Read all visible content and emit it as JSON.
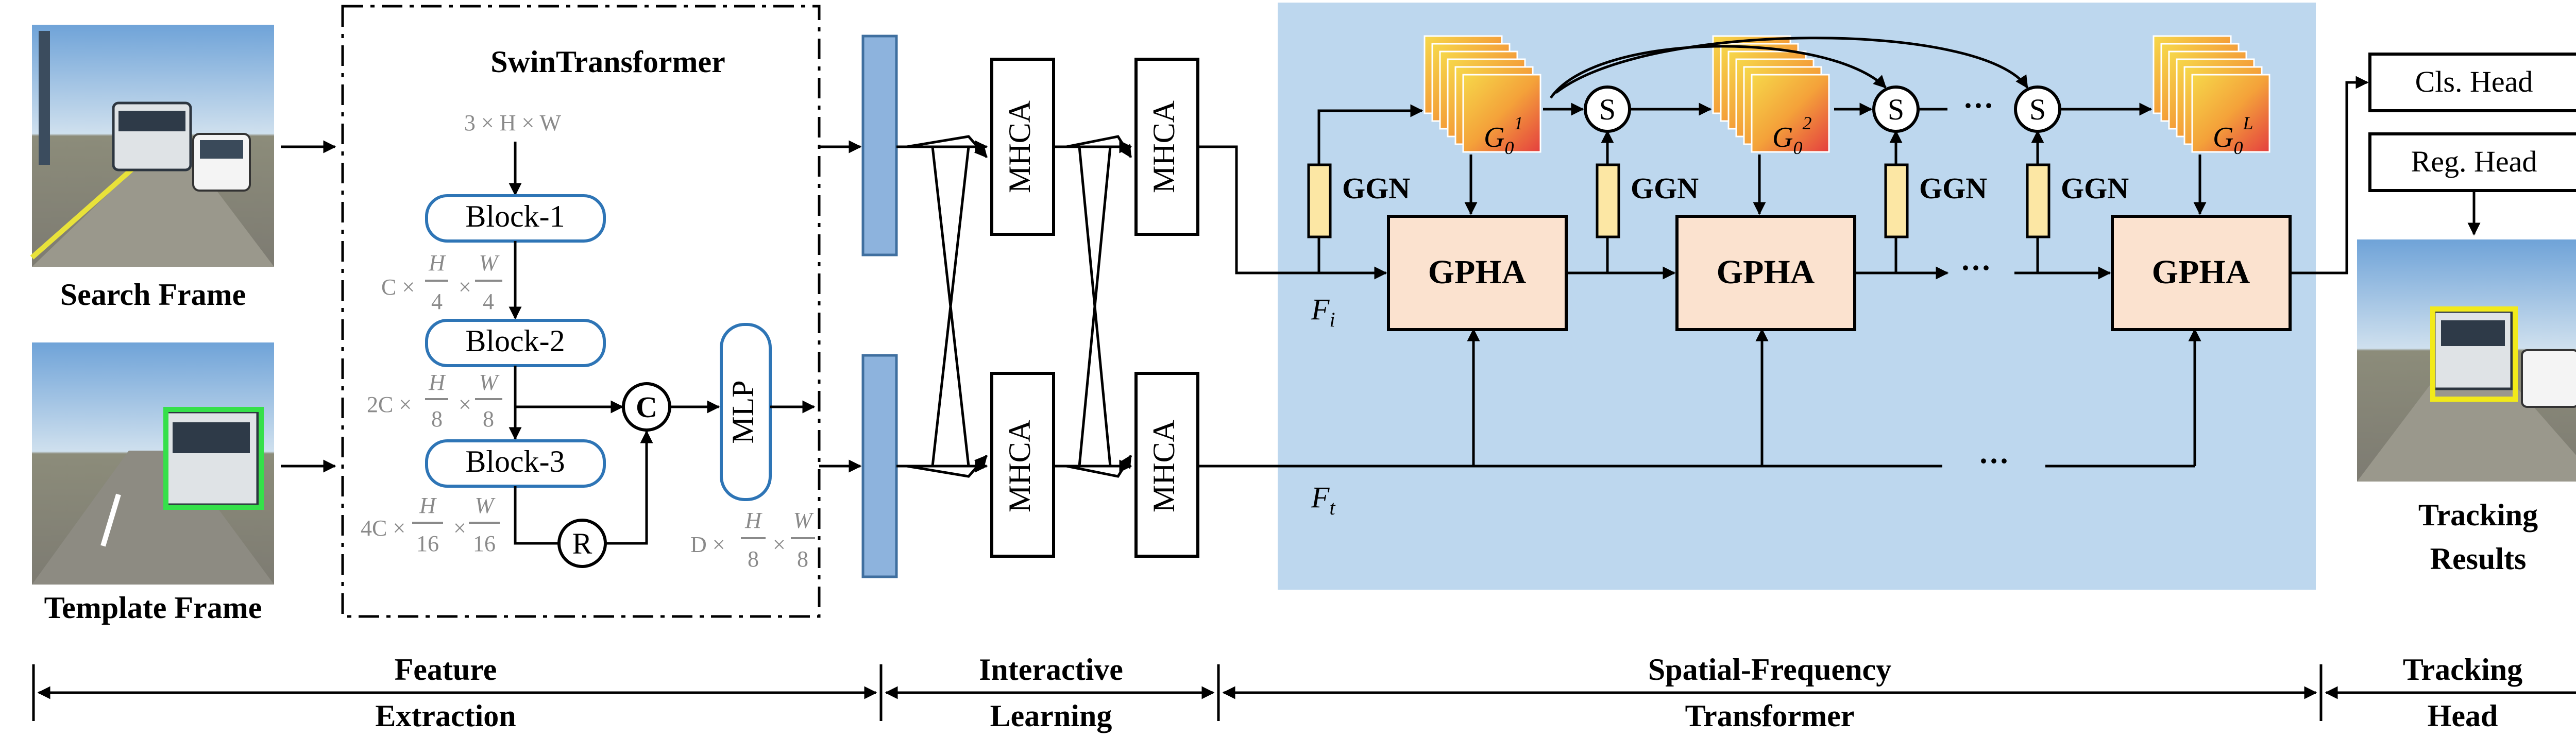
{
  "frames": {
    "search_label": "Search Frame",
    "template_label": "Template Frame",
    "result_label_line1": "Tracking",
    "result_label_line2": "Results"
  },
  "feature_extraction": {
    "title": "SwinTransformer",
    "input_dim": "3 × H × W",
    "blocks": [
      "Block-1",
      "Block-2",
      "Block-3"
    ],
    "dims": [
      {
        "prefix": "C ×",
        "n1": "H",
        "d1": "4",
        "n2": "W",
        "d2": "4"
      },
      {
        "prefix": "2C ×",
        "n1": "H",
        "d1": "8",
        "n2": "W",
        "d2": "8"
      },
      {
        "prefix": "4C ×",
        "n1": "H",
        "d1": "16",
        "n2": "W",
        "d2": "16"
      }
    ],
    "concat_symbol": "C",
    "reshape_symbol": "R",
    "mlp_label": "MLP",
    "mlp_dim": {
      "prefix": "D ×",
      "n1": "H",
      "d1": "8",
      "n2": "W",
      "d2": "8"
    }
  },
  "interactive": {
    "mhca_label": "MHCA"
  },
  "sft": {
    "ggn_label": "GGN",
    "gpha_label": "GPHA",
    "s_symbol": "S",
    "fi_label": "F",
    "fi_sub": "i",
    "ft_label": "F",
    "ft_sub": "t",
    "g_base": "G",
    "g_sub": "0",
    "g_sups": [
      "1",
      "2",
      "L"
    ],
    "ellipsis": "···",
    "bg_color": "#bdd7ee"
  },
  "head": {
    "cls_label": "Cls. Head",
    "reg_label": "Reg. Head"
  },
  "stages": [
    {
      "line1": "Feature",
      "line2": "Extraction"
    },
    {
      "line1": "Interactive",
      "line2": "Learning"
    },
    {
      "line1": "Spatial-Frequency",
      "line2": "Transformer"
    },
    {
      "line1": "Tracking",
      "line2": "Head"
    }
  ]
}
